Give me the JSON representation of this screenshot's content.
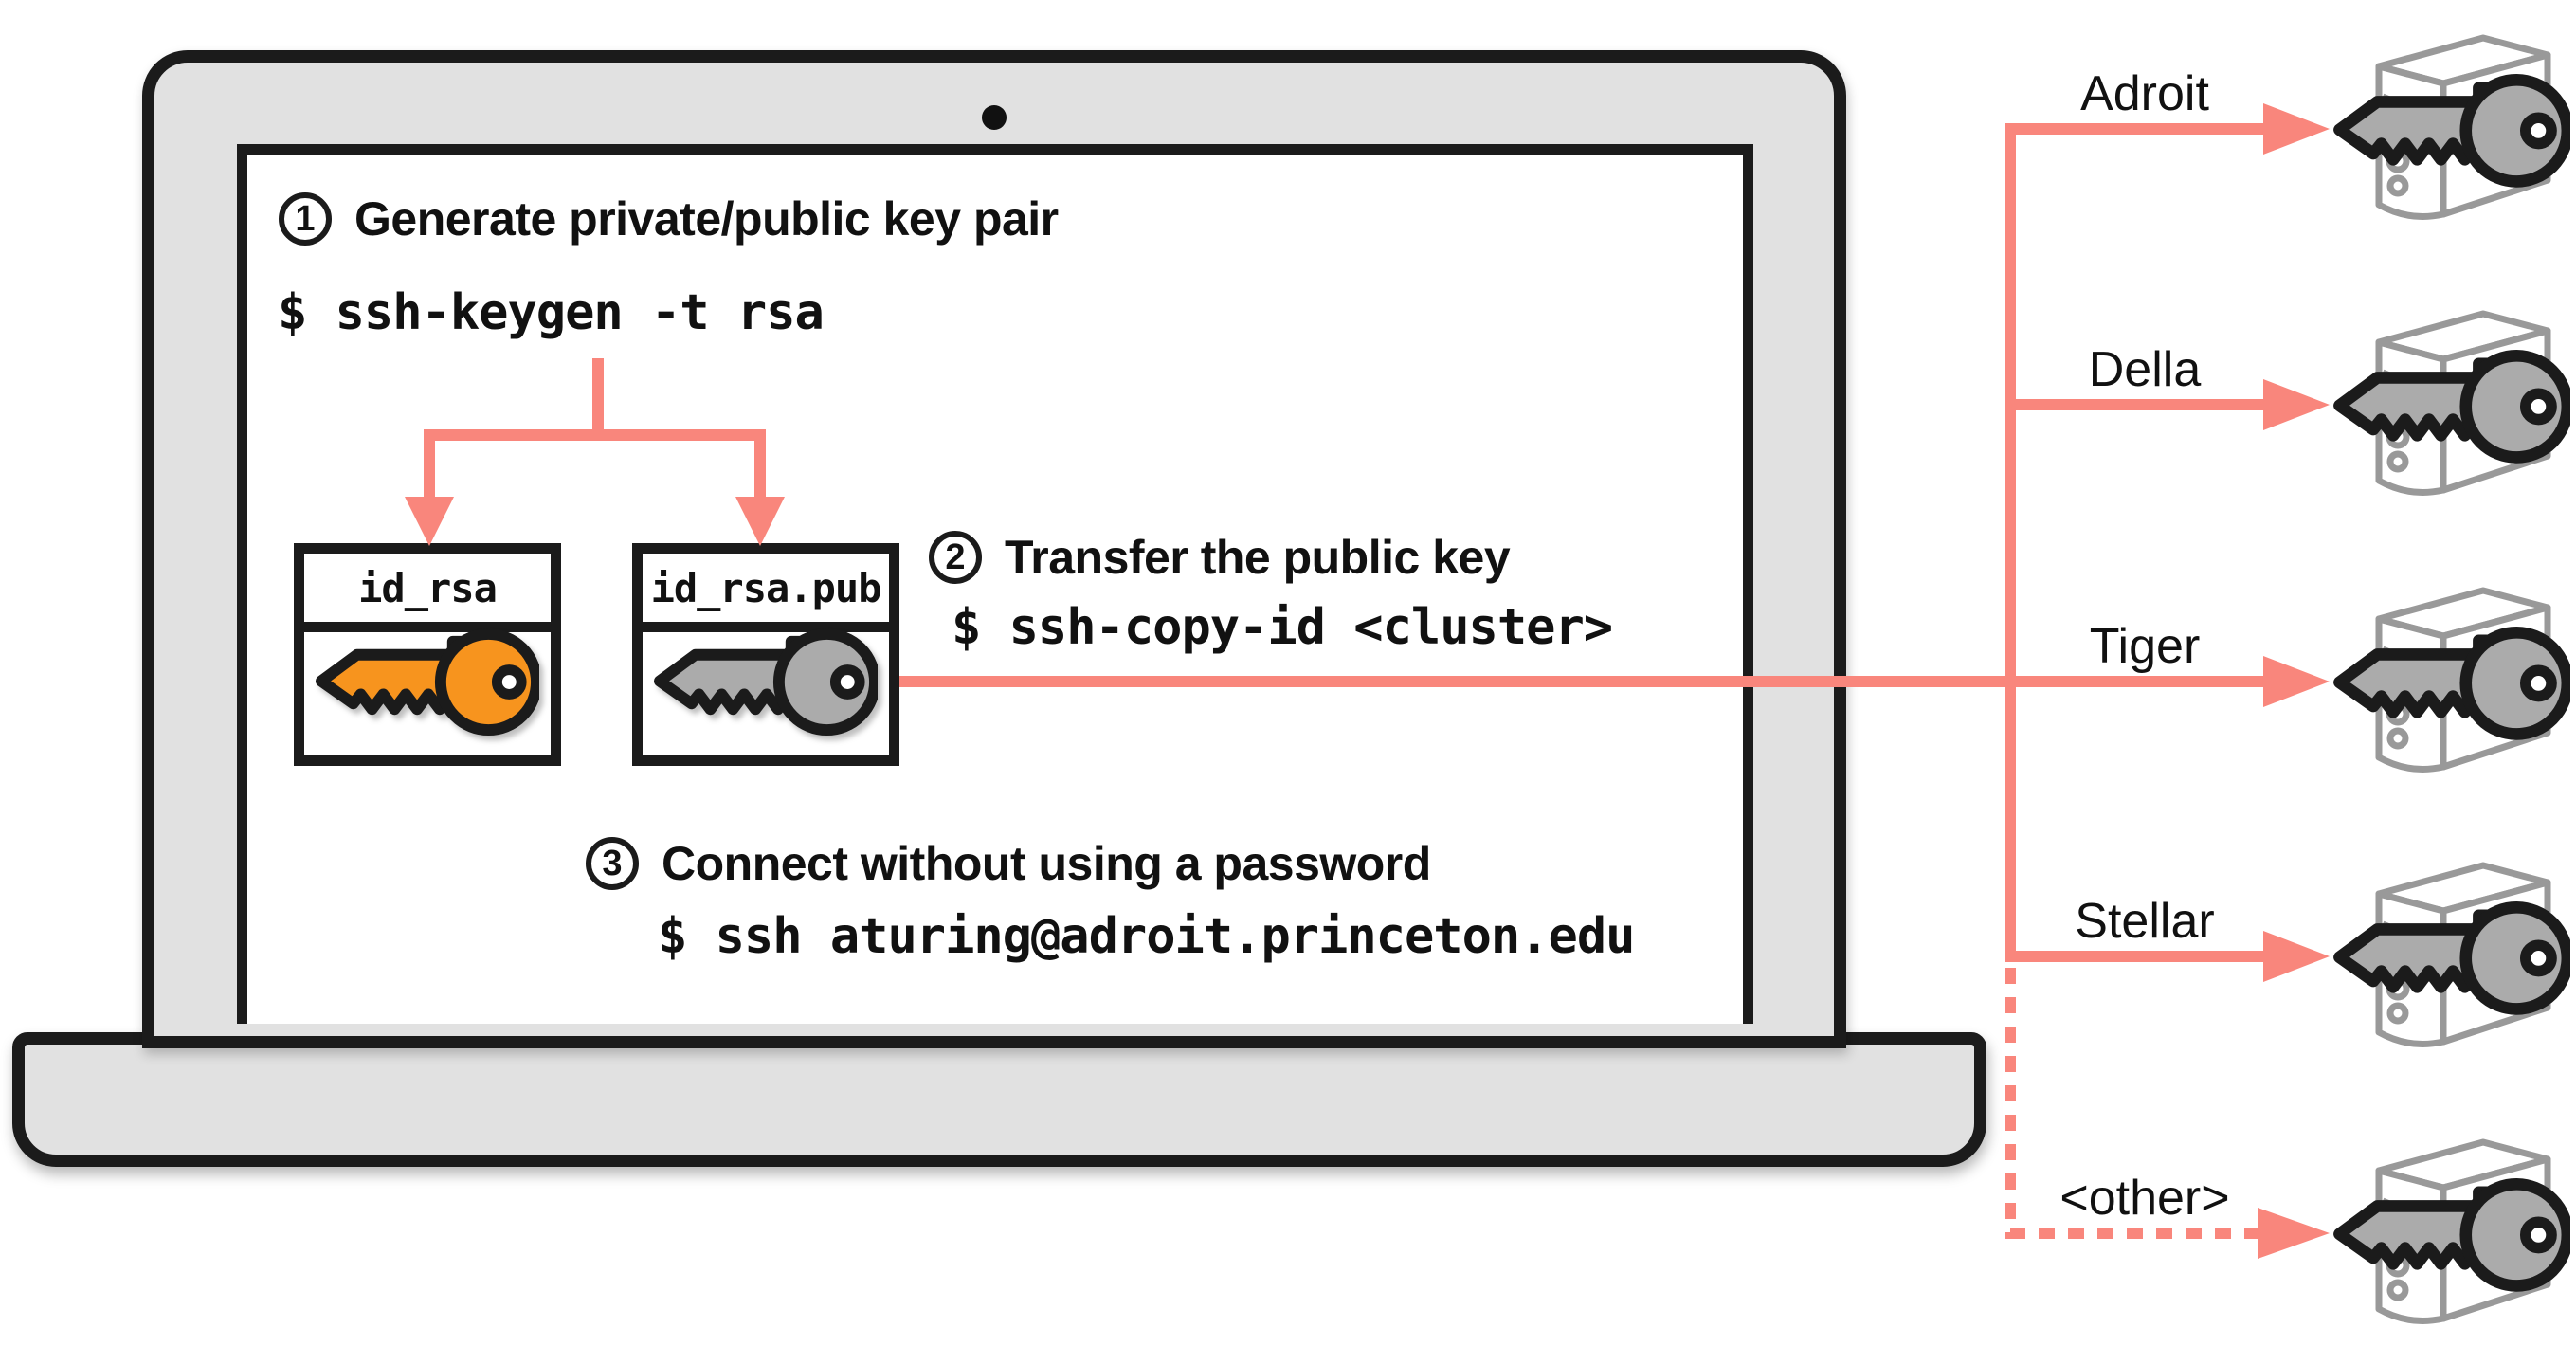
{
  "steps": [
    {
      "num": "1",
      "title": "Generate private/public key pair",
      "command": "$ ssh-keygen -t rsa"
    },
    {
      "num": "2",
      "title": "Transfer the public key",
      "command": "$ ssh-copy-id <cluster>"
    },
    {
      "num": "3",
      "title": "Connect without using a password",
      "command": "$ ssh aturing@adroit.princeton.edu"
    }
  ],
  "files": [
    {
      "label": "id_rsa",
      "key": "private-key-icon",
      "key_color": "#F7941E"
    },
    {
      "label": "id_rsa.pub",
      "key": "public-key-icon",
      "key_color": "#ABABAB"
    }
  ],
  "clusters": [
    {
      "label": "Adroit",
      "line_style": "solid"
    },
    {
      "label": "Della",
      "line_style": "solid"
    },
    {
      "label": "Tiger",
      "line_style": "solid"
    },
    {
      "label": "Stellar",
      "line_style": "solid"
    },
    {
      "label": "<other>",
      "line_style": "dashed"
    }
  ],
  "icons": {
    "camera": "camera-dot",
    "file_private": "orange-key",
    "file_public": "gray-key",
    "cluster": "server-tower-with-key"
  },
  "colors": {
    "accent_red": "#F9867C",
    "private_key_orange": "#F7941E",
    "public_key_gray": "#ABABAB",
    "server_outline_gray": "#999999",
    "laptop_fill": "#E1E1E1",
    "outline_black": "#1B1B1B"
  }
}
